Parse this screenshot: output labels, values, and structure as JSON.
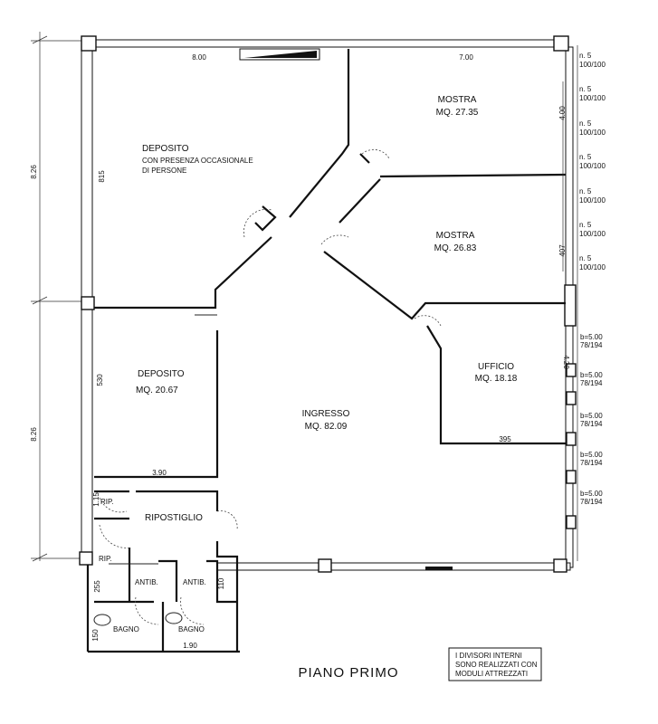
{
  "title": "PIANO PRIMO",
  "note": [
    "I DIVISORI INTERNI",
    "SONO REALIZZATI CON",
    "MODULI ATTREZZATI"
  ],
  "rooms": {
    "deposito_top": [
      "DEPOSITO",
      "CON PRESENZA OCCASIONALE",
      "DI PERSONE"
    ],
    "mostra1": [
      "MOSTRA",
      "MQ. 27.35"
    ],
    "mostra2": [
      "MOSTRA",
      "MQ. 26.83"
    ],
    "ufficio": [
      "UFFICIO",
      "MQ. 18.18"
    ],
    "deposito_low": [
      "DEPOSITO",
      "MQ. 20.67"
    ],
    "ingresso": [
      "INGRESSO",
      "MQ. 82.09"
    ],
    "ripostiglio": "RIPOSTIGLIO",
    "rip1": "RIP.",
    "rip2": "RIP.",
    "antib1": "ANTIB.",
    "antib2": "ANTIB.",
    "bagno1": "BAGNO",
    "bagno2": "BAGNO"
  },
  "dimensions": {
    "top_left": "8.00",
    "top_right": "7.00",
    "left_upper": "8.26",
    "left_lower": "8.26",
    "wall_815": "815",
    "wall_530": "530",
    "d_390": "3.90",
    "d_115": "1.15",
    "d_255": "255",
    "d_150": "150",
    "d_190": "1.90",
    "d_110": "110",
    "d_395": "395",
    "d_400": "4.00",
    "d_407": "407",
    "d_420": "4.20"
  },
  "window_labels_upper": [
    [
      "n. 5",
      "100/100"
    ],
    [
      "n. 5",
      "100/100"
    ],
    [
      "n. 5",
      "100/100"
    ],
    [
      "n. 5",
      "100/100"
    ],
    [
      "n. 5",
      "100/100"
    ],
    [
      "n. 5",
      "100/100"
    ],
    [
      "n. 5",
      "100/100"
    ]
  ],
  "window_labels_lower": [
    [
      "b=5.00",
      "78/194"
    ],
    [
      "b=5.00",
      "78/194"
    ],
    [
      "b=5.00",
      "78/194"
    ],
    [
      "b=5.00",
      "78/194"
    ],
    [
      "b=5.00",
      "78/194"
    ]
  ]
}
